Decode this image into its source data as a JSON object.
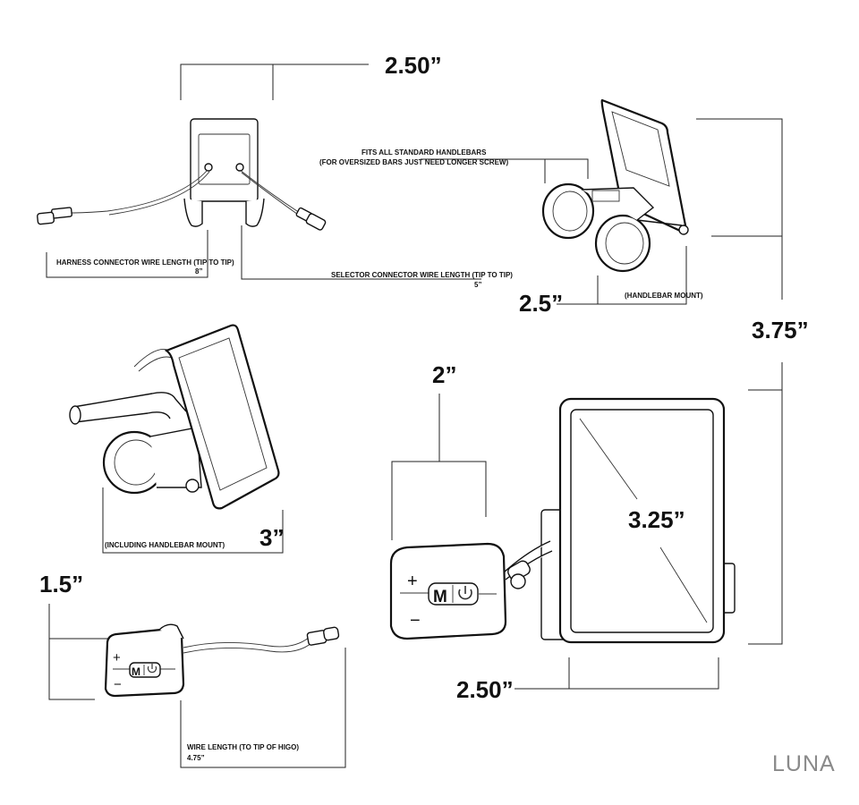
{
  "dimensions": {
    "top_width": "2.50”",
    "mount_height": "2.5”",
    "overall_height": "3.75”",
    "side_depth": "3”",
    "button_width": "2”",
    "remote_height": "1.5”",
    "screen_diagonal": "3.25”",
    "display_width": "2.50”"
  },
  "notes": {
    "handlebars_line1": "FITS ALL STANDARD HANDLEBARS",
    "handlebars_line2": "(FOR OVERSIZED BARS JUST NEED LONGER SCREW)",
    "harness_label": "HARNESS CONNECTOR WIRE LENGTH (TIP TO TIP)",
    "harness_value": "8”",
    "selector_label": "SELECTOR CONNECTOR WIRE LENGTH (TIP TO TIP)",
    "selector_value": "5”",
    "handlebar_mount": "(HANDLEBAR MOUNT)",
    "including_mount": "(INCLUDING HANDLEBAR MOUNT)",
    "wire_label": "WIRE LENGTH (TO TIP OF HIGO)",
    "wire_value": "4.75”"
  },
  "remote": {
    "plus": "+",
    "minus": "−",
    "mode": "M",
    "power_icon": "power-icon"
  },
  "brand": {
    "logo": "LUNA",
    "logo_color": "#8a8a8a"
  }
}
